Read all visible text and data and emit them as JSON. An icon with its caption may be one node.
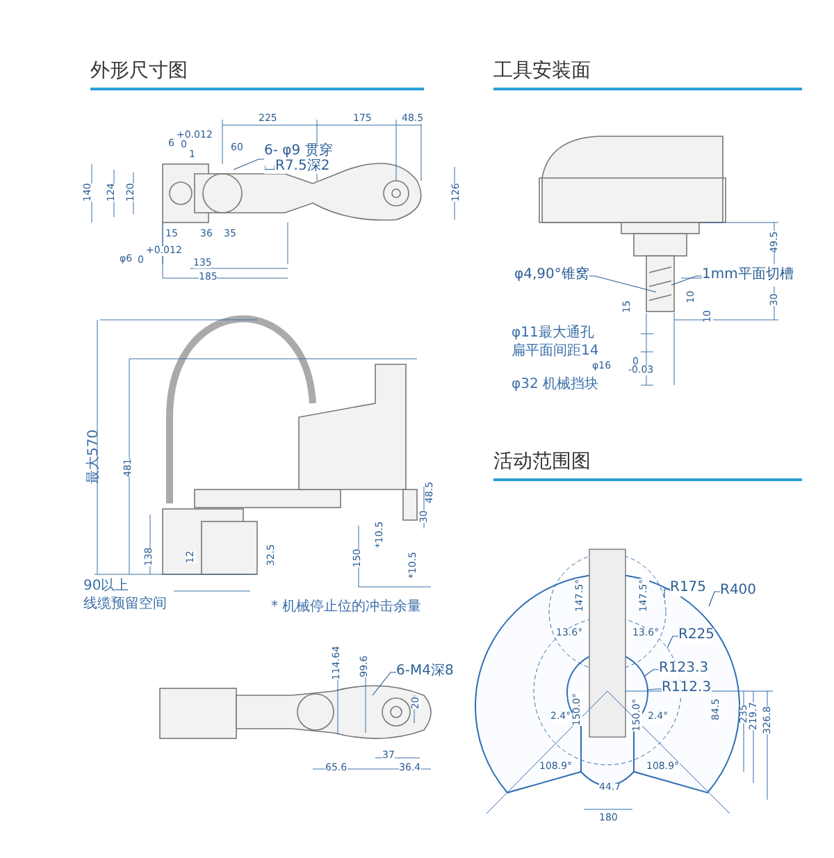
{
  "diagram": {
    "nodes": [
      {
        "text": [
          "6- φ9 贯穿",
          "⌴R7.5深2"
        ]
      },
      {
        "text": [
          "φ4,90°锥窝"
        ]
      },
      {
        "text": [
          "1mm平面切槽"
        ]
      },
      {
        "text": [
          "6-M4深8"
        ]
      },
      {
        "text": [
          "R400"
        ]
      },
      {
        "text": [
          "R175"
        ]
      },
      {
        "text": [
          "R225"
        ]
      },
      {
        "text": [
          "R123.3"
        ]
      },
      {
        "text": [
          "R112.3"
        ]
      }
    ],
    "edges": [
      {
        "from": 0,
        "to": null,
        "arrow": "none"
      },
      {
        "from": 1,
        "to": null,
        "arrow": "none"
      },
      {
        "from": 2,
        "to": null,
        "arrow": "none"
      },
      {
        "from": 3,
        "to": null,
        "arrow": "none"
      },
      {
        "from": 4,
        "to": null,
        "arrow": "none"
      },
      {
        "from": 5,
        "to": null,
        "arrow": "none"
      },
      {
        "from": 6,
        "to": null,
        "arrow": "none"
      },
      {
        "from": 7,
        "to": null,
        "arrow": "none"
      },
      {
        "from": 8,
        "to": null,
        "arrow": "none"
      }
    ],
    "labels": [
      "外形尺寸图",
      "工具安装面",
      "225",
      "175",
      "48.5",
      "+0.012",
      "6",
      "0",
      "60",
      "1",
      "140",
      "124",
      "120",
      "126",
      "15",
      "36",
      "35",
      "+0.012",
      "φ6",
      "0",
      "135",
      "185",
      "49.5",
      "30",
      "15",
      "10",
      "10",
      "φ11最大通孔",
      "扁平面间距14",
      "φ16",
      "0",
      "-0.03",
      "φ32 机械挡块",
      "最大570",
      "481",
      "138",
      "12",
      "32.5",
      "150",
      "*10.5",
      "*10.5",
      "48.5",
      "30",
      "90以上",
      "线缆预留空间",
      "* 机械停止位的冲击余量",
      "活动范围图",
      "114.64",
      "99.6",
      "20",
      "37",
      "65.6",
      "36.4",
      "147.5°",
      "147.5°",
      "13.6°",
      "13.6°",
      "150.0°",
      "150.0°",
      "2.4°",
      "2.4°",
      "84.5",
      "235",
      "219.7",
      "326.8",
      "108.9°",
      "108.9°",
      "44.7",
      "180"
    ]
  }
}
